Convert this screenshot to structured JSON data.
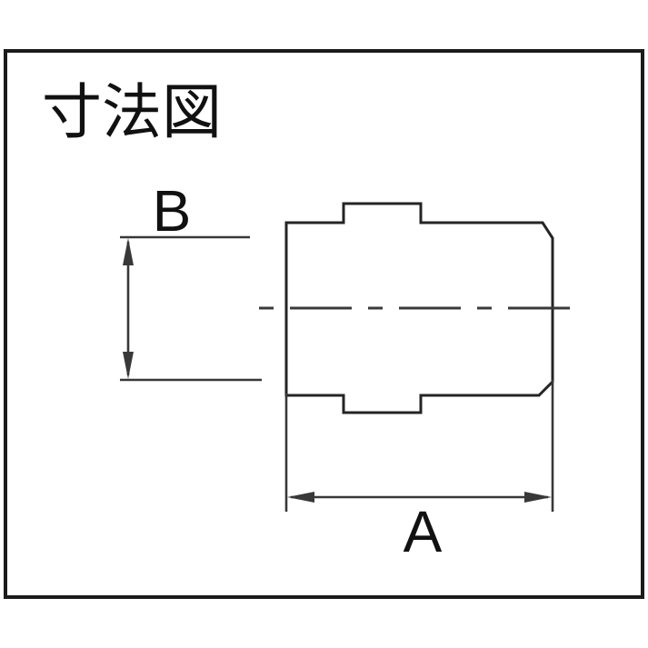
{
  "figure": {
    "title": "寸法図",
    "dim_width_label": "A",
    "dim_height_label": "B"
  },
  "colors": {
    "background": "#ffffff",
    "frame": "#1b1b1b",
    "outline": "#242424",
    "centerline": "#3a3a3a",
    "dimension": "#383838",
    "text": "#111111"
  }
}
